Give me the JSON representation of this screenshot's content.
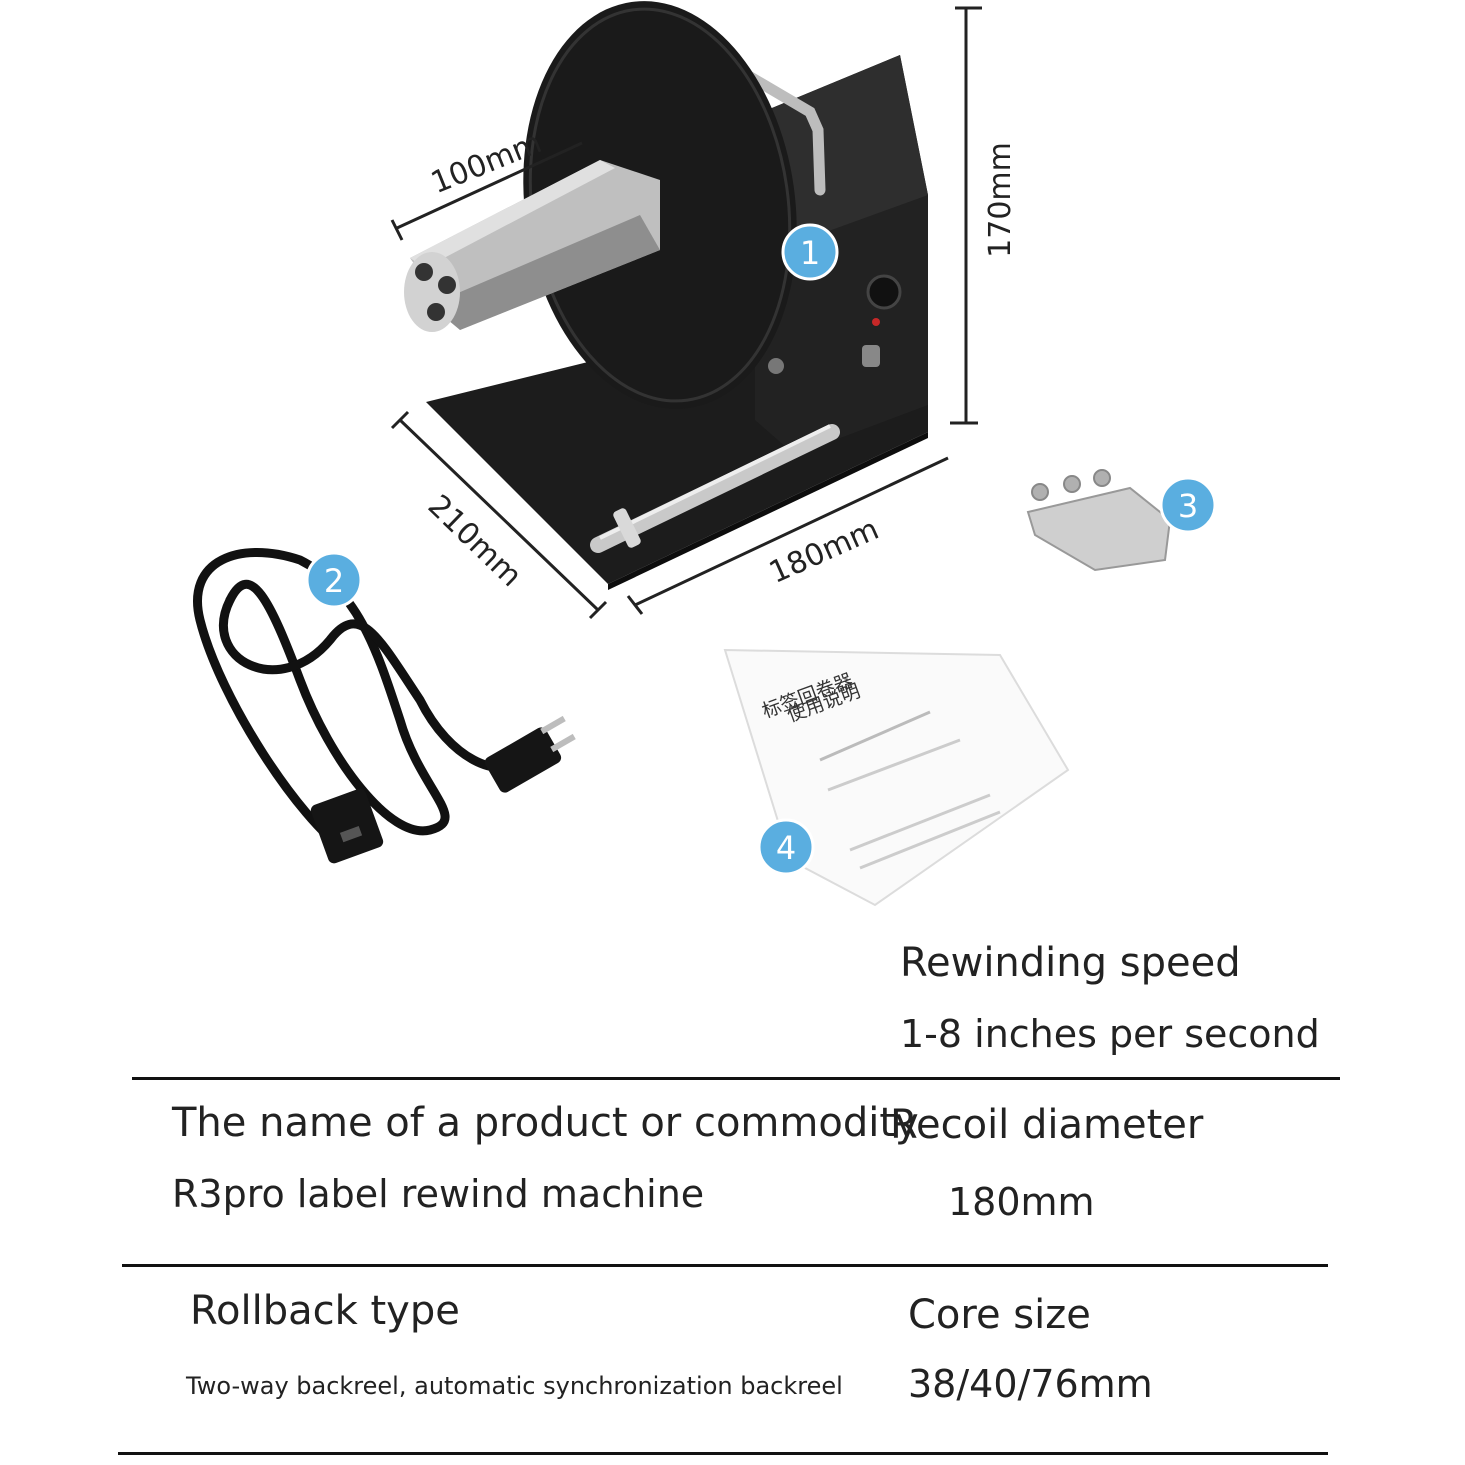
{
  "dimensions": {
    "width": "180mm",
    "depth": "210mm",
    "height": "170mm",
    "core_length": "100mm"
  },
  "callouts": [
    "1",
    "2",
    "3",
    "4"
  ],
  "manual": {
    "title": "标签回卷器",
    "subtitle": "使用说明"
  },
  "colors": {
    "badge": "#5aaee0",
    "machine": "#1c1c1c",
    "rule": "#111111"
  },
  "specs": {
    "rewinding_speed": {
      "label": "Rewinding speed",
      "value": "1-8 inches per second"
    },
    "product_name": {
      "label": "The name of a product or commodity",
      "value": "R3pro label rewind machine"
    },
    "recoil_diameter": {
      "label": "Recoil diameter",
      "value": "180mm"
    },
    "rollback_type": {
      "label": "Rollback type",
      "value": "Two-way backreel, automatic synchronization backreel"
    },
    "core_size": {
      "label": "Core size",
      "value": "38/40/76mm"
    }
  }
}
